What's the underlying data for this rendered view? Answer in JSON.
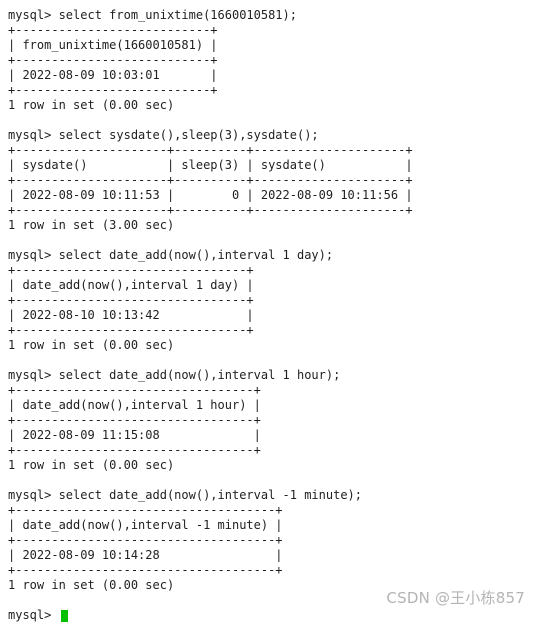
{
  "terminal": {
    "lines": [
      "mysql> select from_unixtime(1660010581);",
      "+---------------------------+",
      "| from_unixtime(1660010581) |",
      "+---------------------------+",
      "| 2022-08-09 10:03:01       |",
      "+---------------------------+",
      "1 row in set (0.00 sec)",
      "",
      "mysql> select sysdate(),sleep(3),sysdate();",
      "+---------------------+----------+---------------------+",
      "| sysdate()           | sleep(3) | sysdate()           |",
      "+---------------------+----------+---------------------+",
      "| 2022-08-09 10:11:53 |        0 | 2022-08-09 10:11:56 |",
      "+---------------------+----------+---------------------+",
      "1 row in set (3.00 sec)",
      "",
      "mysql> select date_add(now(),interval 1 day);",
      "+--------------------------------+",
      "| date_add(now(),interval 1 day) |",
      "+--------------------------------+",
      "| 2022-08-10 10:13:42            |",
      "+--------------------------------+",
      "1 row in set (0.00 sec)",
      "",
      "mysql> select date_add(now(),interval 1 hour);",
      "+---------------------------------+",
      "| date_add(now(),interval 1 hour) |",
      "+---------------------------------+",
      "| 2022-08-09 11:15:08             |",
      "+---------------------------------+",
      "1 row in set (0.00 sec)",
      "",
      "mysql> select date_add(now(),interval -1 minute);",
      "+------------------------------------+",
      "| date_add(now(),interval -1 minute) |",
      "+------------------------------------+",
      "| 2022-08-09 10:14:28                |",
      "+------------------------------------+",
      "1 row in set (0.00 sec)",
      "",
      "mysql> "
    ]
  },
  "watermark": {
    "text": "CSDN @王小栋857"
  },
  "colors": {
    "text": "#1f1f1f",
    "cursor": "#00c000",
    "watermark": "#b4b4b4"
  }
}
